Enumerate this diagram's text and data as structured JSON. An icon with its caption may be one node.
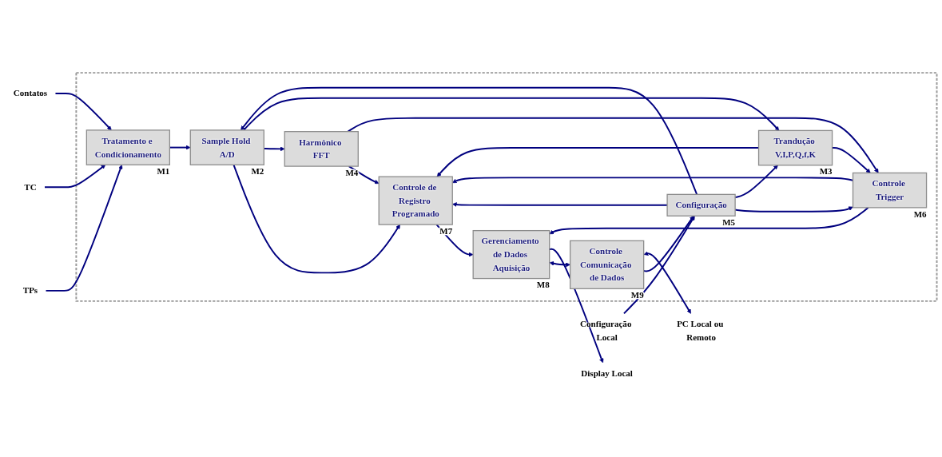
{
  "diagram": {
    "nodes": [
      {
        "text": [],
        "shape": "box"
      },
      {
        "text": [
          "TPs"
        ]
      },
      {
        "text": [
          "TC"
        ]
      },
      {
        "text": [
          "Contatos"
        ]
      },
      {
        "text": [
          "Tratamento e Condicionamento"
        ],
        "in": 0,
        "beside": [
          "M1"
        ]
      },
      {
        "text": [
          "Sample Hold A/D"
        ],
        "in": 0,
        "beside": [
          "M2"
        ]
      },
      {
        "text": [
          "Harmônico FFT"
        ],
        "in": 0,
        "beside": [
          "M4"
        ]
      },
      {
        "text": [
          "Trandução V,I,P,Q,f,K"
        ],
        "in": 0,
        "beside": [
          "M3"
        ]
      },
      {
        "text": [
          "Controle de Registro Programado"
        ],
        "in": 0,
        "beside": [
          "M7"
        ]
      },
      {
        "text": [
          "Controle Trigger"
        ],
        "in": 0,
        "beside": [
          "M6"
        ]
      },
      {
        "text": [
          "Configuração"
        ],
        "in": 0,
        "beside": [
          "M5"
        ]
      },
      {
        "text": [
          "Gerenciamento de Dados Aquisição"
        ],
        "in": 0,
        "beside": [
          "M8"
        ]
      },
      {
        "text": [
          "Controle Comunicação de Dados"
        ],
        "in": 0,
        "beside": [
          "M9"
        ]
      },
      {
        "text": [
          "Display Local"
        ]
      },
      {
        "text": [
          "PC Local ou Remoto"
        ]
      },
      {
        "text": [
          "Configuração Local"
        ]
      }
    ],
    "edges": [
      {
        "from": 1,
        "to": 4,
        "arrow": "to"
      },
      {
        "from": 2,
        "to": 4,
        "arrow": "to"
      },
      {
        "from": 3,
        "to": 4,
        "arrow": "to"
      },
      {
        "from": 4,
        "to": 5,
        "arrow": "to"
      },
      {
        "from": 5,
        "to": 8,
        "arrow": "to"
      },
      {
        "from": 5,
        "to": 6,
        "arrow": "to"
      },
      {
        "from": 5,
        "to": 7,
        "arrow": "to"
      },
      {
        "from": 6,
        "to": 8,
        "arrow": "to"
      },
      {
        "from": 6,
        "to": 9,
        "arrow": "to"
      },
      {
        "from": 7,
        "to": 8,
        "arrow": "to"
      },
      {
        "from": 7,
        "to": 9,
        "arrow": "to"
      },
      {
        "from": 9,
        "to": 8,
        "arrow": "to"
      },
      {
        "from": 10,
        "to": 8,
        "arrow": "to"
      },
      {
        "from": 10,
        "to": 9,
        "arrow": "to"
      },
      {
        "from": 10,
        "to": 7,
        "arrow": "to"
      },
      {
        "from": 10,
        "to": 5,
        "arrow": "to"
      },
      {
        "from": 8,
        "to": 11,
        "arrow": "to"
      },
      {
        "from": 9,
        "to": 11,
        "arrow": "to"
      },
      {
        "from": 11,
        "to": 12,
        "arrow": "both"
      },
      {
        "from": 12,
        "to": 10,
        "arrow": "to"
      },
      {
        "from": 11,
        "to": 13,
        "arrow": "to"
      },
      {
        "from": 12,
        "to": 14,
        "arrow": "both"
      },
      {
        "from": 15,
        "to": 10,
        "arrow": "to"
      }
    ]
  }
}
